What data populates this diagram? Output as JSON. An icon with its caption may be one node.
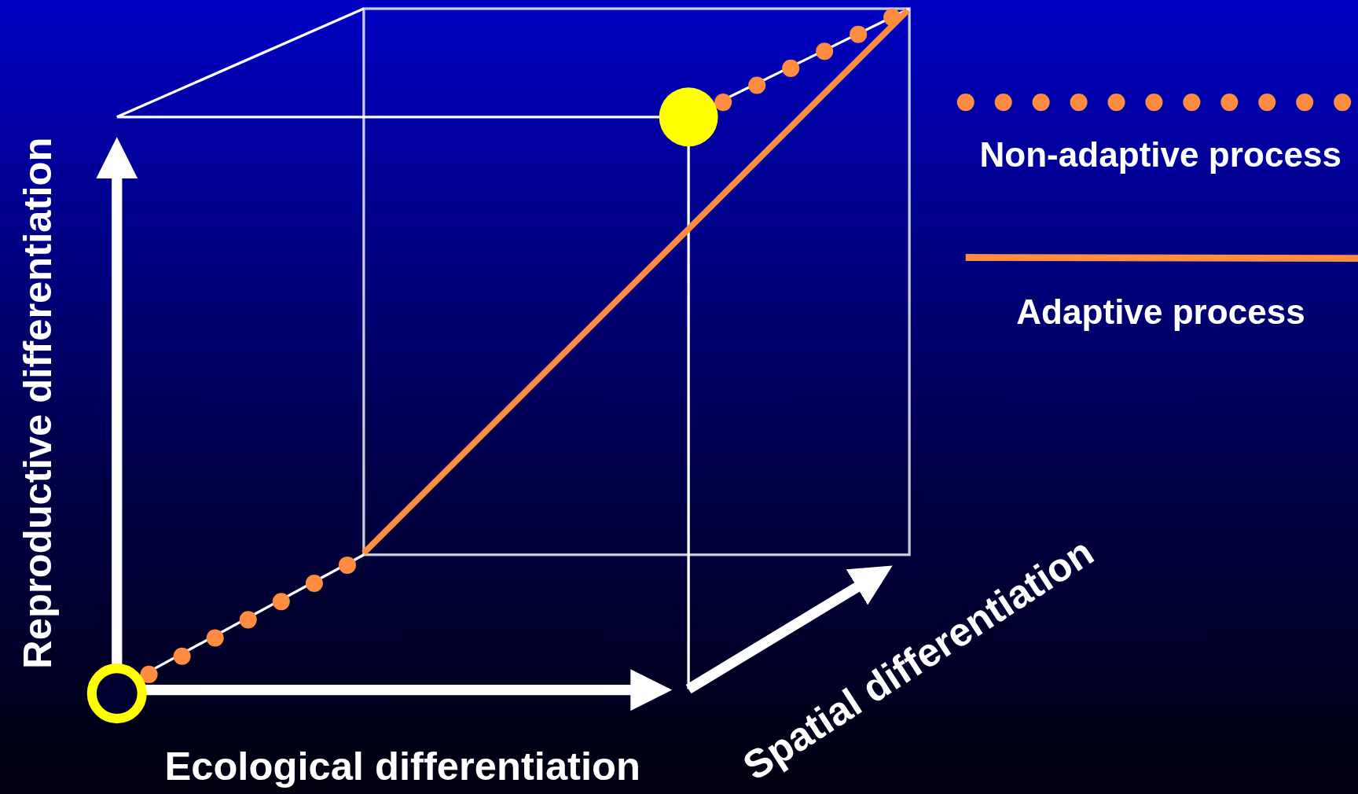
{
  "diagram": {
    "labels": [
      "Reproductive differentiation",
      "Ecological differentiation",
      "Spatial differentiation"
    ],
    "legend": [
      {
        "text": "Non-adaptive process"
      },
      {
        "text": "Adaptive process"
      }
    ]
  }
}
